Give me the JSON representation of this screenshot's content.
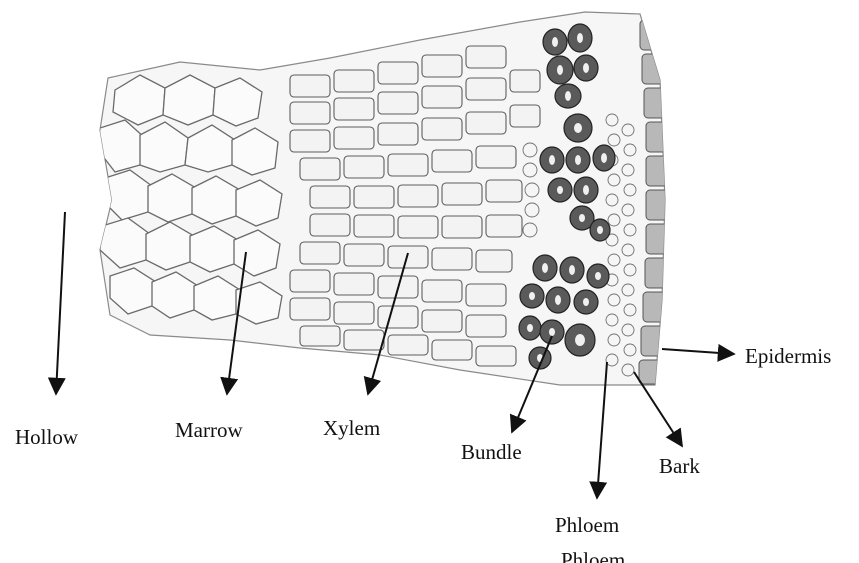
{
  "labels": {
    "hollow": "Hollow",
    "marrow": "Marrow",
    "xylem": "Xylem",
    "bundle": "Bundle",
    "bark": "Bark",
    "phloem": "Phloem",
    "phloem_repeat": "Phloem",
    "epidermis": "Epidermis"
  },
  "colors": {
    "ink": "#111111",
    "cell_line": "#6a6a6a",
    "bundle_fill": "#5a5a5a",
    "bark_fill": "#b8b8b8"
  }
}
